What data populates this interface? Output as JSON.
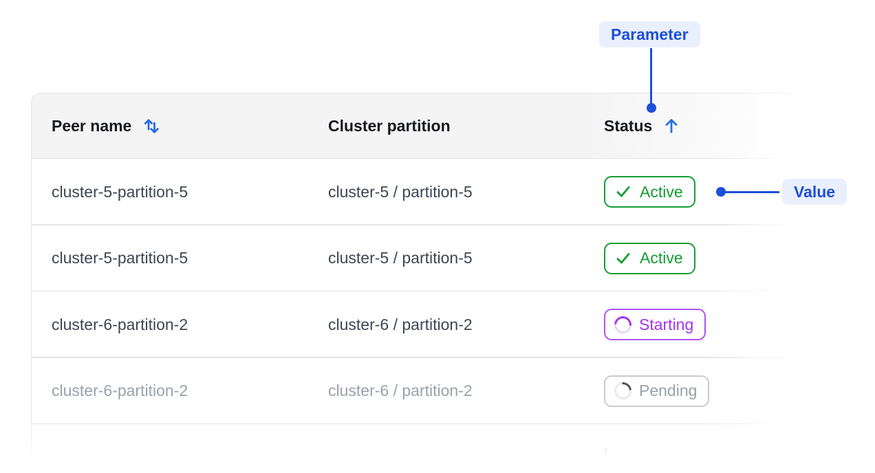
{
  "annotations": {
    "parameter_label": "Parameter",
    "value_label": "Value",
    "accent_color": "#1d4fd8",
    "pill_background": "#e9effc"
  },
  "table": {
    "columns": [
      {
        "label": "Peer name",
        "sort": "sortable-both"
      },
      {
        "label": "Cluster partition",
        "sort": "none"
      },
      {
        "label": "Status",
        "sort": "ascending"
      }
    ],
    "rows": [
      {
        "peer_name": "cluster-5-partition-5",
        "cluster_partition": "cluster-5 / partition-5",
        "status": {
          "label": "Active",
          "kind": "active",
          "icon": "check-icon"
        }
      },
      {
        "peer_name": "cluster-5-partition-5",
        "cluster_partition": "cluster-5 / partition-5",
        "status": {
          "label": "Active",
          "kind": "active",
          "icon": "check-icon"
        }
      },
      {
        "peer_name": "cluster-6-partition-2",
        "cluster_partition": "cluster-6 / partition-2",
        "status": {
          "label": "Starting",
          "kind": "starting",
          "icon": "spinner-icon"
        }
      },
      {
        "peer_name": "cluster-6-partition-2",
        "cluster_partition": "cluster-6 / partition-2",
        "status": {
          "label": "Pending",
          "kind": "pending",
          "icon": "spinner-icon"
        },
        "muted": true
      }
    ],
    "status_colors": {
      "active": "#149c34",
      "starting": "#a234f1",
      "pending": "#9aa1ab"
    },
    "header_background": "#f4f4f5",
    "divider_color": "#e3e4e7",
    "sort_icon_color": "#2b6be8"
  }
}
